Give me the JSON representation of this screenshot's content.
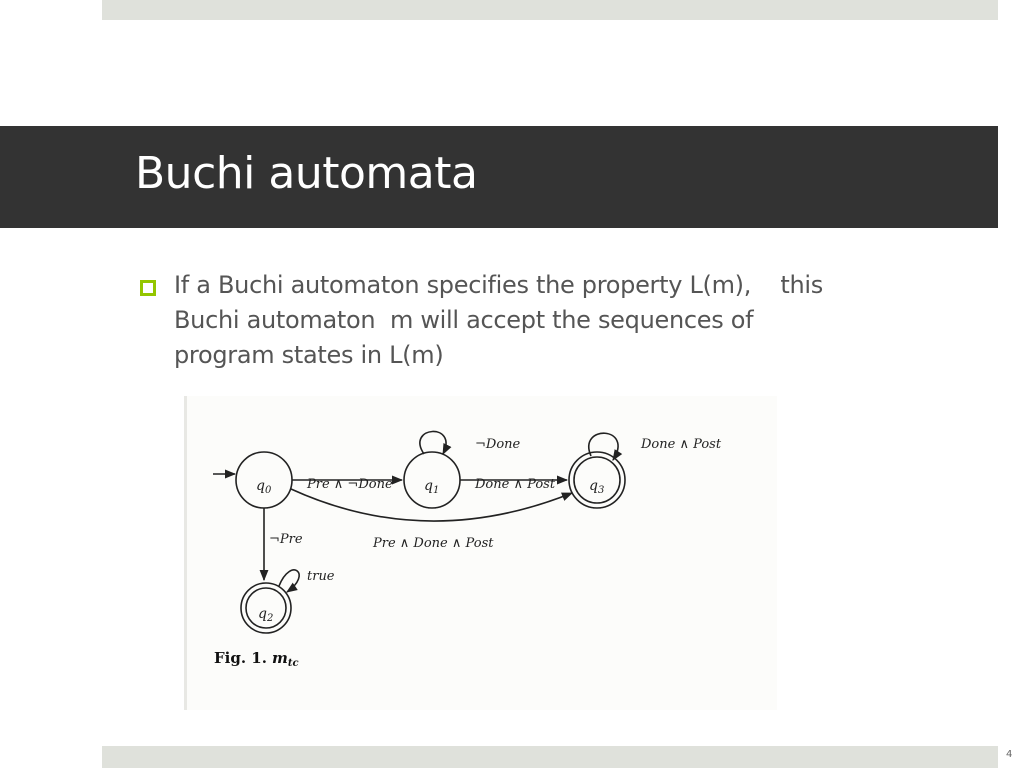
{
  "slide": {
    "title": "Buchi automata",
    "bullet_text": "If a Buchi automaton specifies the property L(m),    this\nBuchi automaton  m will accept the sequences of\nprogram states in L(m)",
    "slide_number": "4"
  },
  "figure": {
    "states": [
      "q0",
      "q1",
      "q2",
      "q3"
    ],
    "state_labels": {
      "q0": "q",
      "q1": "q",
      "q2": "q",
      "q3": "q",
      "sub0": "0",
      "sub1": "1",
      "sub2": "2",
      "sub3": "3"
    },
    "transitions": {
      "q0_q1": "Pre ∧ ¬Done",
      "q1_loop": "¬Done",
      "q1_q3": "Done ∧ Post",
      "q3_loop": "Done ∧ Post",
      "q0_q3": "Pre ∧ Done ∧ Post",
      "q0_q2": "¬Pre",
      "q2_loop": "true"
    },
    "caption": "Fig. 1.",
    "caption_symbol": "m",
    "caption_subscript": "tc"
  },
  "colors": {
    "title_bar": "#333333",
    "bullet_accent": "#94c600",
    "band": "#dfe1db"
  }
}
